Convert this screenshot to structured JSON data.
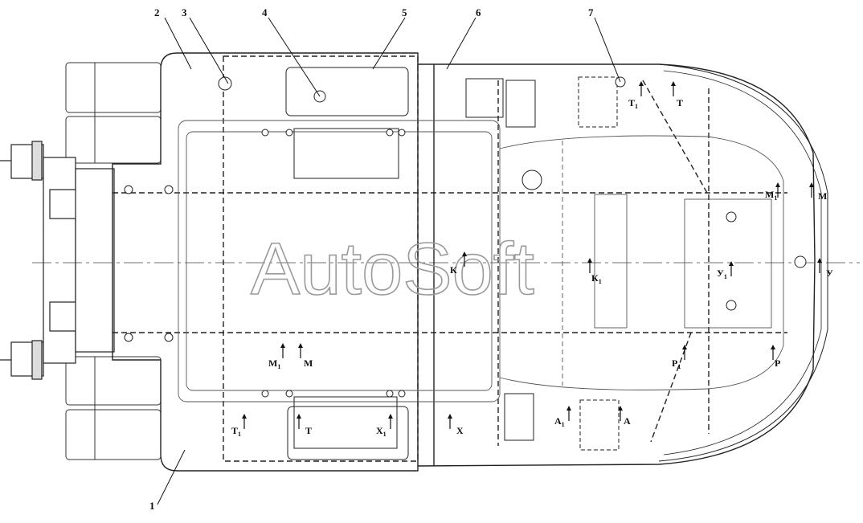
{
  "watermark": "AutoSoft",
  "callouts": [
    {
      "id": "c1",
      "text": "1"
    },
    {
      "id": "c2",
      "text": "2"
    },
    {
      "id": "c3",
      "text": "3"
    },
    {
      "id": "c4",
      "text": "4"
    },
    {
      "id": "c5",
      "text": "5"
    },
    {
      "id": "c6",
      "text": "6"
    },
    {
      "id": "c7",
      "text": "7"
    }
  ],
  "sections": [
    {
      "id": "s1",
      "text": "Т",
      "sub": "1"
    },
    {
      "id": "s2",
      "text": "Т",
      "sub": ""
    },
    {
      "id": "s3",
      "text": "М",
      "sub": "1"
    },
    {
      "id": "s4",
      "text": "М",
      "sub": ""
    },
    {
      "id": "s5",
      "text": "К",
      "sub": ""
    },
    {
      "id": "s6",
      "text": "К",
      "sub": "1"
    },
    {
      "id": "s7",
      "text": "У",
      "sub": "1"
    },
    {
      "id": "s8",
      "text": "У",
      "sub": ""
    },
    {
      "id": "s9",
      "text": "М",
      "sub": "1"
    },
    {
      "id": "s10",
      "text": "М",
      "sub": ""
    },
    {
      "id": "s11",
      "text": "Р",
      "sub": "1"
    },
    {
      "id": "s12",
      "text": "Р",
      "sub": ""
    },
    {
      "id": "s13",
      "text": "Т",
      "sub": "1"
    },
    {
      "id": "s14",
      "text": "Т",
      "sub": ""
    },
    {
      "id": "s15",
      "text": "Х",
      "sub": "1"
    },
    {
      "id": "s16",
      "text": "Х",
      "sub": ""
    },
    {
      "id": "s17",
      "text": "А",
      "sub": "1"
    },
    {
      "id": "s18",
      "text": "А",
      "sub": ""
    }
  ]
}
